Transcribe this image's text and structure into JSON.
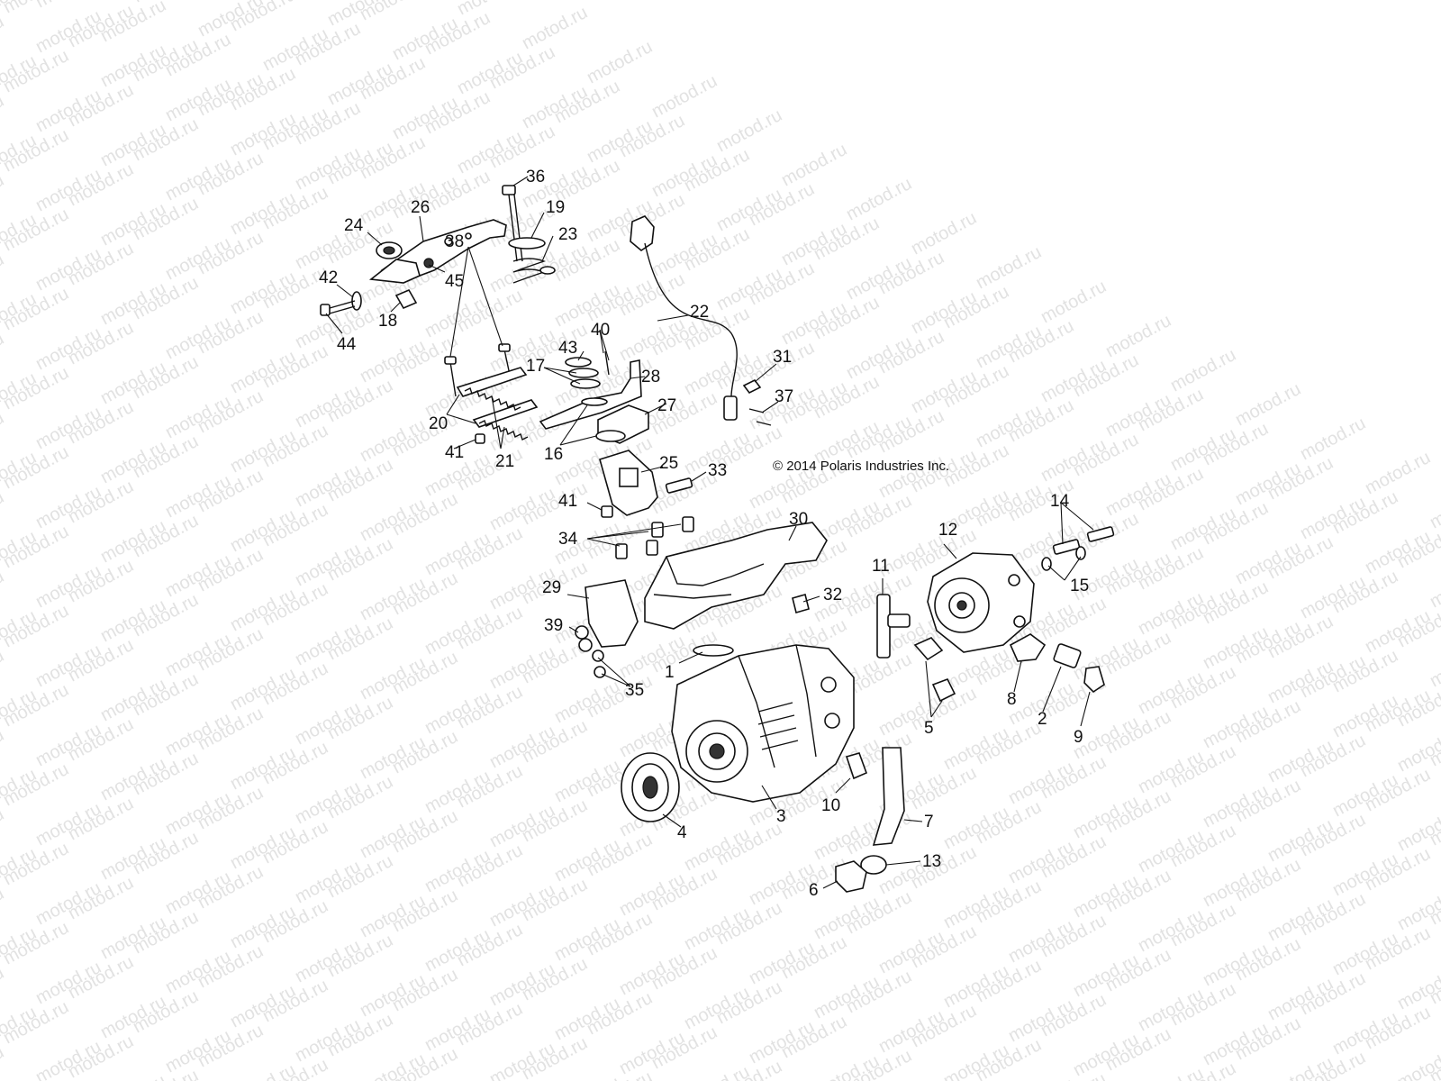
{
  "copyright": "© 2014 Polaris Industries Inc.",
  "watermark": "motod.ru",
  "callouts": [
    "1",
    "2",
    "3",
    "4",
    "5",
    "6",
    "7",
    "8",
    "9",
    "10",
    "11",
    "12",
    "13",
    "14",
    "15",
    "16",
    "17",
    "18",
    "19",
    "20",
    "21",
    "22",
    "23",
    "24",
    "25",
    "26",
    "27",
    "28",
    "29",
    "30",
    "31",
    "32",
    "33",
    "34",
    "35",
    "36",
    "37",
    "38",
    "39",
    "40",
    "41",
    "42",
    "43",
    "44",
    "45"
  ],
  "colors": {
    "line": "#111111",
    "background": "#ffffff",
    "watermark": "#e2e2e2"
  }
}
